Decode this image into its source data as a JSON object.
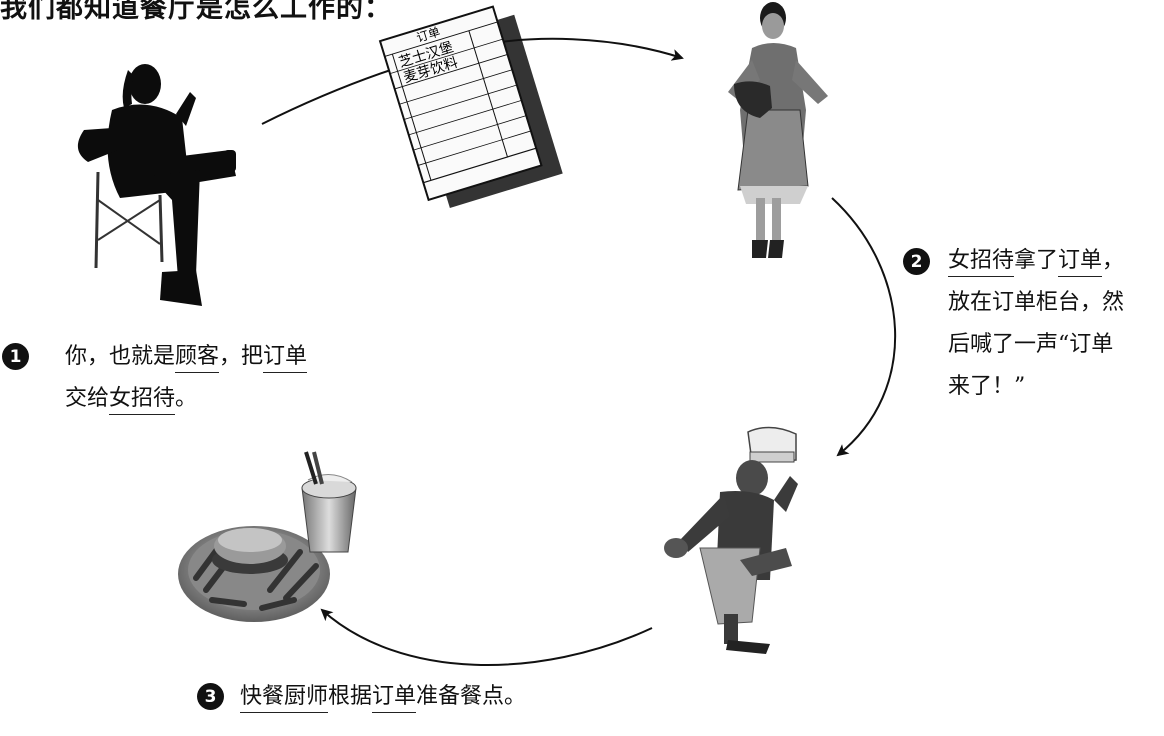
{
  "headline": "我们都知道餐厅是怎么工作的：",
  "order_slip": {
    "title": "订单",
    "line1": "芝士汉堡",
    "line2": "麦芽饮料"
  },
  "steps": [
    {
      "number": "1",
      "text": [
        "你，也就是",
        "顾客",
        "，把",
        "订单",
        "交给",
        "女招待",
        "。"
      ]
    },
    {
      "number": "2",
      "text": [
        "女招待",
        "拿了",
        "订单",
        "，",
        "放在订单柜台，然",
        "后喊了一声“订单",
        "来了！”"
      ]
    },
    {
      "number": "3",
      "text": [
        "快餐厨师",
        "根据",
        "订单",
        "准备餐点。"
      ]
    }
  ]
}
